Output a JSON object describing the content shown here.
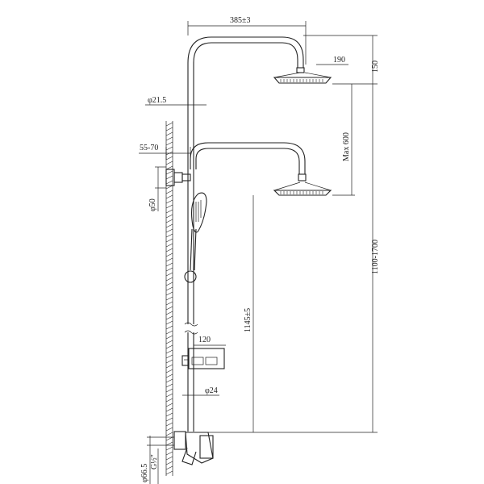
{
  "dimensions": {
    "top_arm_width": "385±3",
    "head_diameter": "190",
    "head_height": "150",
    "pipe_diameter": "φ21.5",
    "max_adjust": "Max 600",
    "wall_offset": "55-70",
    "bracket_diameter": "φ50",
    "total_height": "1100-1700",
    "riser_height": "1145±5",
    "shelf_width": "120",
    "lower_pipe_diameter": "φ24",
    "mixer_diameter": "φ66.5",
    "thread": "G½\""
  },
  "colors": {
    "line": "#222222",
    "background": "#ffffff"
  }
}
